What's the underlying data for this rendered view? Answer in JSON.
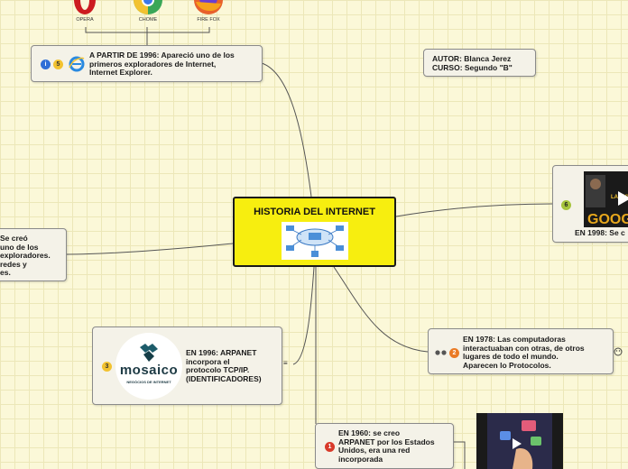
{
  "central": {
    "title": "HISTORIA DEL INTERNET"
  },
  "browsers": [
    {
      "label": "OPERA"
    },
    {
      "label": "CHOME"
    },
    {
      "label": "FIRE FOX"
    }
  ],
  "nodes": {
    "ie": {
      "badge_info": "i",
      "badge": "5",
      "text": [
        "A PARTIR DE 1996: Apareció uno de los",
        "primeros exploradores de Internet,",
        "Internet Explorer."
      ]
    },
    "author": {
      "text": [
        "AUTOR: Blanca Jerez",
        "CURSO: Segundo \"B\""
      ]
    },
    "google": {
      "badge": "6",
      "text": [
        "EN 1998: Se c"
      ]
    },
    "left": {
      "text": [
        "Se creó",
        "uno de los",
        "exploradores.",
        "redes y",
        "es."
      ]
    },
    "mosaico": {
      "badge": "3",
      "logo_text": "mosaico",
      "logo_sub": "NEGÓCIOS DE INTERNET",
      "text": [
        "EN 1996: ARPANET",
        "incorpora el",
        "protocolo TCP/IP.",
        "(IDENTIFICADORES)"
      ],
      "note_icon": "≡"
    },
    "protocols": {
      "badge": "2",
      "text": [
        "EN 1978: Las computadoras",
        "interactuaban con otras, de otros",
        "lugares de todo el mundo.",
        "Aparecen lo Protocolos."
      ]
    },
    "arpanet": {
      "badge": "1",
      "text": [
        "EN 1960: se creo",
        "ARPANET por los Estados",
        "Unidos, era una red",
        "incorporada"
      ]
    }
  }
}
